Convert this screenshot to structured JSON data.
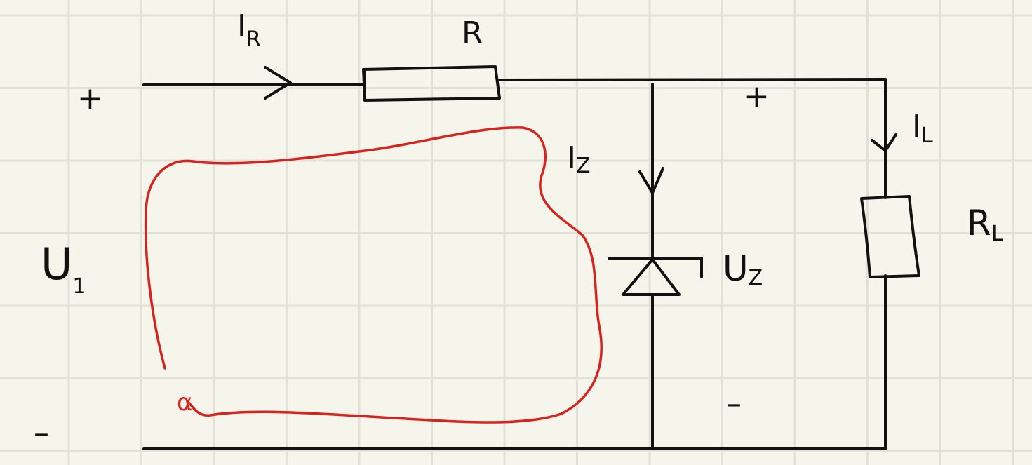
{
  "labels": {
    "input_plus": "+",
    "input_minus": "–",
    "input_voltage": {
      "main": "U",
      "sub": "1"
    },
    "resistor_current": {
      "main": "I",
      "sub": "R"
    },
    "resistor": "R",
    "zener_current": {
      "main": "I",
      "sub": "Z"
    },
    "zener_voltage": {
      "main": "U",
      "sub": "Z"
    },
    "load_current": {
      "main": "I",
      "sub": "L"
    },
    "load_resistor": {
      "main": "R",
      "sub": "L"
    },
    "output_plus": "+",
    "output_minus": "–",
    "loop_mark": "α"
  },
  "colors": {
    "ink": "#111111",
    "annotation": "#d8231c",
    "paper": "#f6f5ec",
    "grid": "#e2e1d8"
  }
}
